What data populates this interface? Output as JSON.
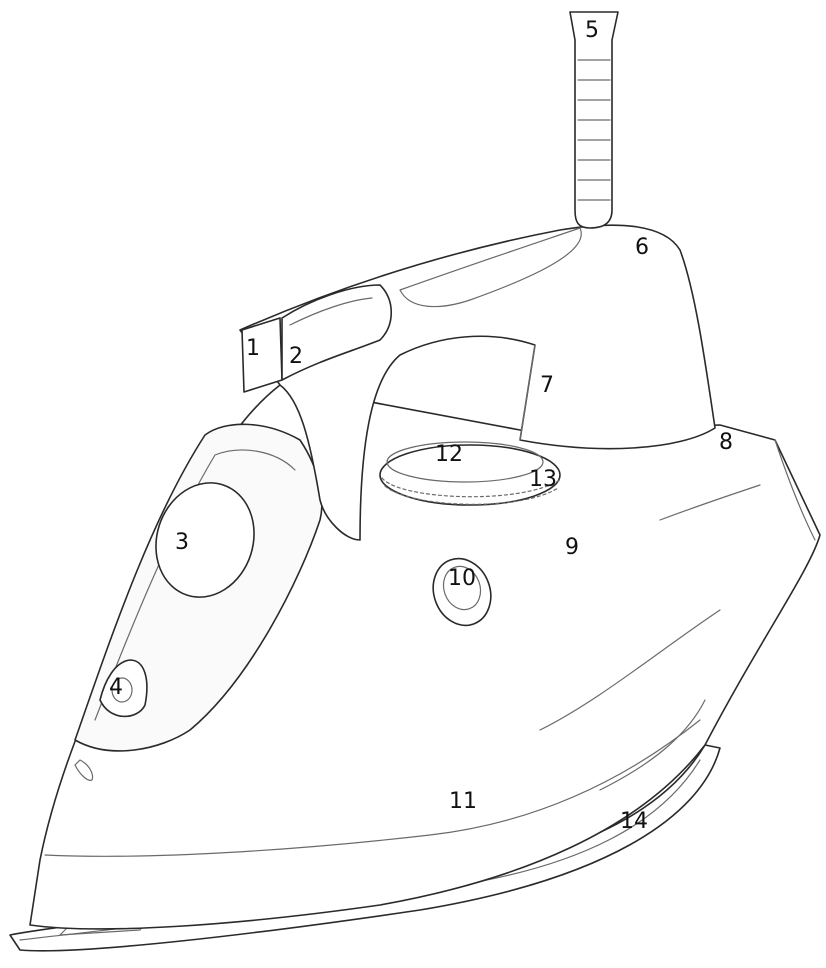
{
  "callouts": [
    {
      "id": "1",
      "text": "1"
    },
    {
      "id": "2",
      "text": "2"
    },
    {
      "id": "3",
      "text": "3"
    },
    {
      "id": "4",
      "text": "4"
    },
    {
      "id": "5",
      "text": "5"
    },
    {
      "id": "6",
      "text": "6"
    },
    {
      "id": "7",
      "text": "7"
    },
    {
      "id": "8",
      "text": "8"
    },
    {
      "id": "9",
      "text": "9"
    },
    {
      "id": "10",
      "text": "10"
    },
    {
      "id": "11",
      "text": "11"
    },
    {
      "id": "12",
      "text": "12"
    },
    {
      "id": "13",
      "text": "13"
    },
    {
      "id": "14",
      "text": "14"
    }
  ],
  "colors": {
    "line": "#2a2a2a",
    "line_light": "#6a6a6a",
    "background": "#ffffff"
  }
}
